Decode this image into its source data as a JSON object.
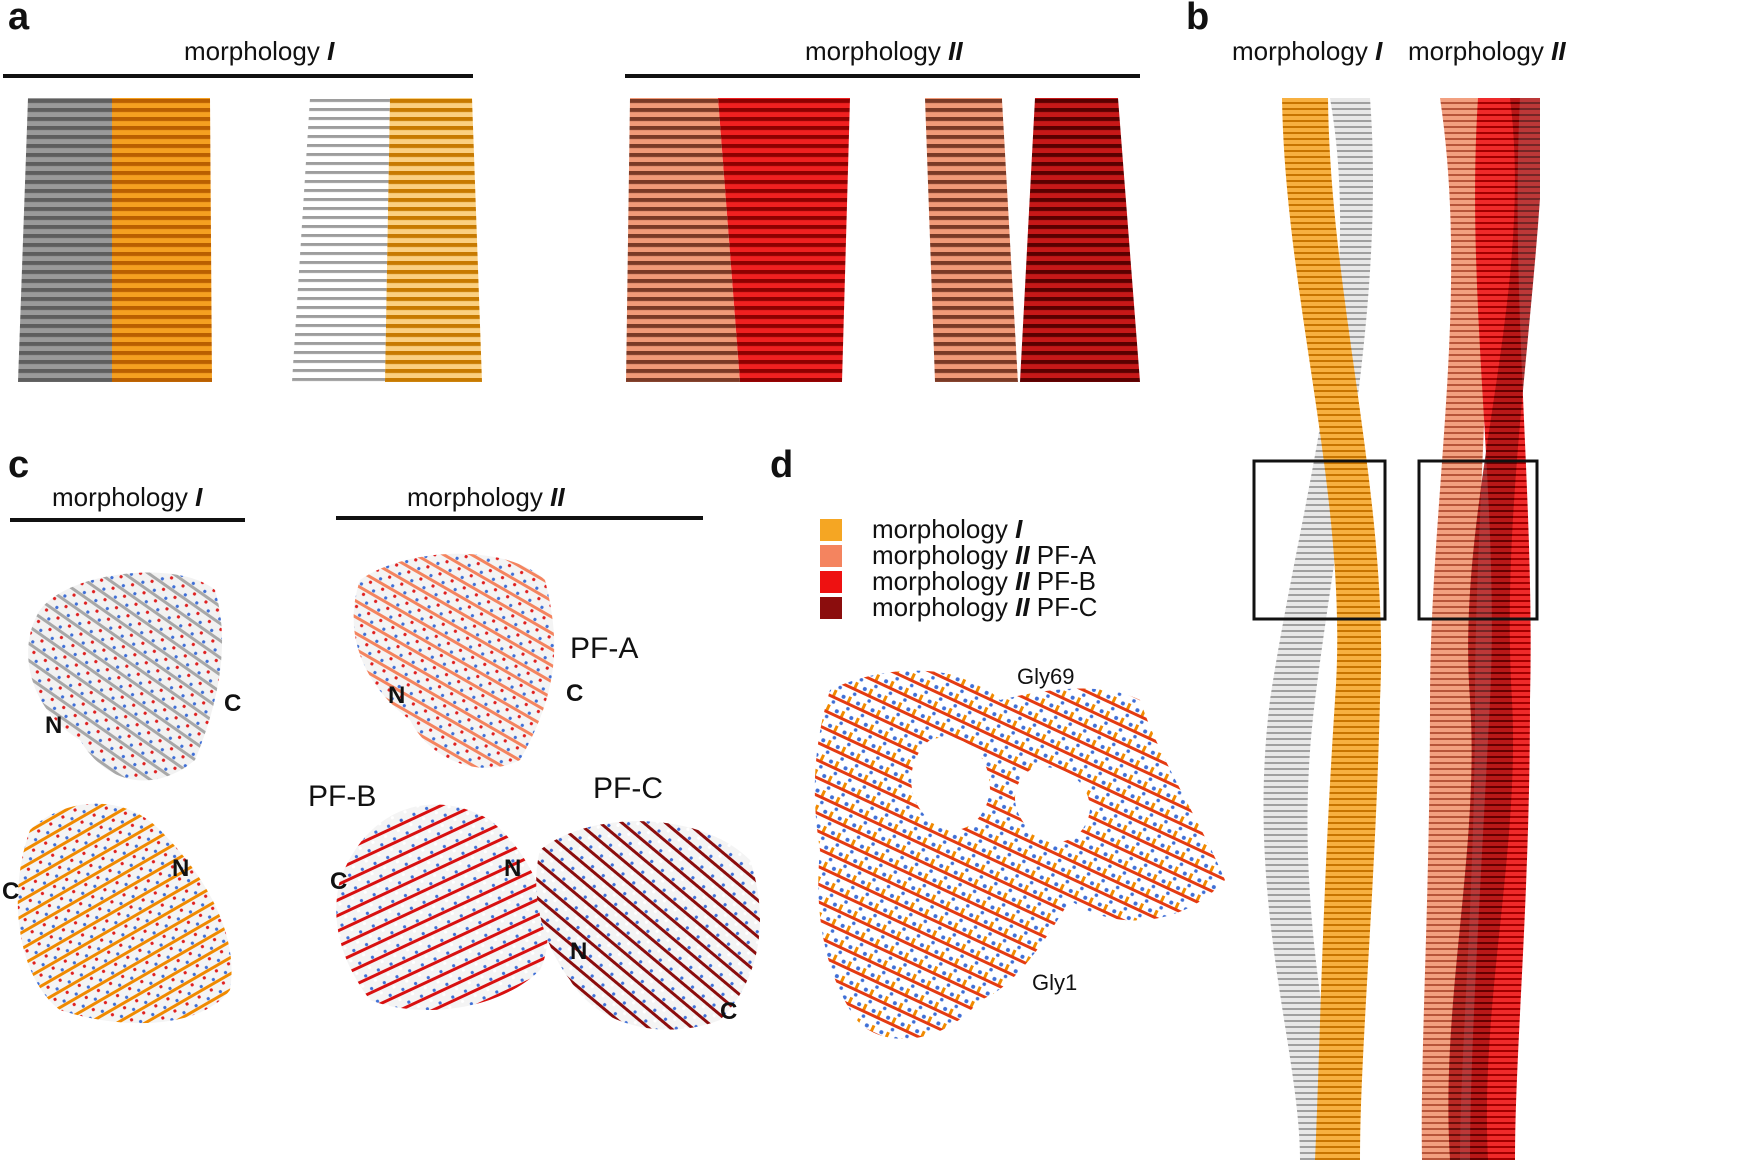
{
  "panels": {
    "a": {
      "letter": "a",
      "morph_I": {
        "text": "morphology",
        "numeral": "I"
      },
      "morph_II": {
        "text": "morphology",
        "numeral": "II"
      }
    },
    "b": {
      "letter": "b",
      "morph_I": {
        "text": "morphology",
        "numeral": "I"
      },
      "morph_II": {
        "text": "morphology",
        "numeral": "II"
      }
    },
    "c": {
      "letter": "c",
      "morph_I": {
        "text": "morphology",
        "numeral": "I"
      },
      "morph_II": {
        "text": "morphology",
        "numeral": "II"
      },
      "termini": {
        "n1": "N",
        "c1": "C",
        "n2": "N",
        "c2": "C",
        "n3": "N",
        "c3": "C",
        "n4": "N",
        "c4": "C",
        "n5": "N",
        "c5": "C"
      },
      "pf": {
        "a": "PF-A",
        "b": "PF-B",
        "c": "PF-C"
      }
    },
    "d": {
      "letter": "d",
      "legend": [
        {
          "text": "morphology",
          "numeral": "I",
          "suffix": "",
          "color": "#f5a623"
        },
        {
          "text": "morphology",
          "numeral": "II",
          "suffix": "PF-A",
          "color": "#f4845f"
        },
        {
          "text": "morphology",
          "numeral": "II",
          "suffix": "PF-B",
          "color": "#ee1111"
        },
        {
          "text": "morphology",
          "numeral": "II",
          "suffix": "PF-C",
          "color": "#8b0d0d"
        }
      ],
      "residues": {
        "gly69": "Gly69",
        "gly1": "Gly1"
      }
    }
  },
  "colors": {
    "gray": "#8c8c8c",
    "light_gray": "#d6d6d6",
    "orange": "#f08a00",
    "light_orange": "#f5a623",
    "salmon": "#f4845f",
    "red": "#ee1111",
    "dark_red": "#8b0d0d",
    "atom_blue": "#3f6fd6",
    "atom_red": "#e02020"
  }
}
